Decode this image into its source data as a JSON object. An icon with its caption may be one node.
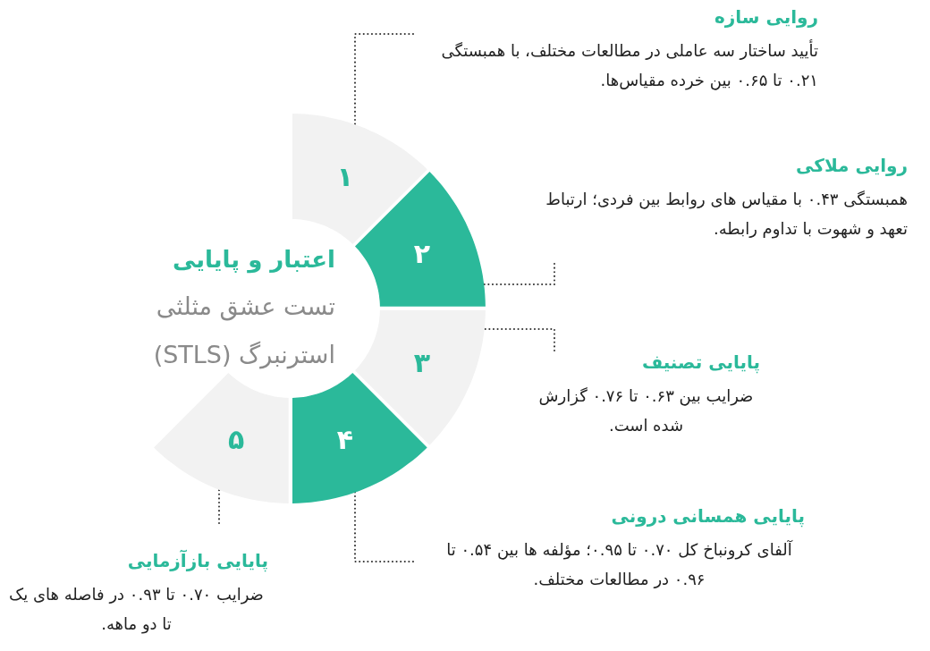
{
  "diagram": {
    "title": "اعتبار و پایایی",
    "nodes": [
      {
        "text": [
          "۱"
        ]
      },
      {
        "text": [
          "۲"
        ]
      },
      {
        "text": [
          "۳"
        ]
      },
      {
        "text": [
          "۴"
        ]
      },
      {
        "text": [
          "۵"
        ]
      },
      {
        "text": [
          "روایی سازه",
          "تأیید ساختار سه عاملی در مطالعات مختلف، با همبستگی ۰.۲۱ تا ۰.۶۵ بین خرده مقیاس‌ها."
        ]
      },
      {
        "text": [
          "روایی ملاکی",
          "همبستگی ۰.۴۳ با مقیاس های روابط بین فردی؛ ارتباط تعهد و شهوت با تداوم رابطه."
        ]
      },
      {
        "text": [
          "پایایی تصنیف",
          "ضرایب بین ۰.۶۳ تا ۰.۷۶ گزارش شده است."
        ]
      },
      {
        "text": [
          "پایایی همسانی درونی",
          "آلفای کرونباخ کل ۰.۷۰ تا ۰.۹۵؛ مؤلفه ها بین ۰.۵۴ تا ۰.۹۶ در مطالعات مختلف."
        ]
      },
      {
        "text": [
          "پایایی بازآزمایی",
          "ضرایب ۰.۷۰ تا ۰.۹۳ در فاصله های یک تا دو ماهه."
        ]
      }
    ],
    "edges": [
      {
        "from": 5,
        "to": 0,
        "arrow": "none"
      },
      {
        "from": 6,
        "to": 1,
        "arrow": "none"
      },
      {
        "from": 7,
        "to": 2,
        "arrow": "none"
      },
      {
        "from": 8,
        "to": 3,
        "arrow": "none"
      },
      {
        "from": 9,
        "to": 4,
        "arrow": "none"
      }
    ],
    "labels": [
      "تست عشق مثلثی استرنبرگ (STLS)"
    ]
  }
}
